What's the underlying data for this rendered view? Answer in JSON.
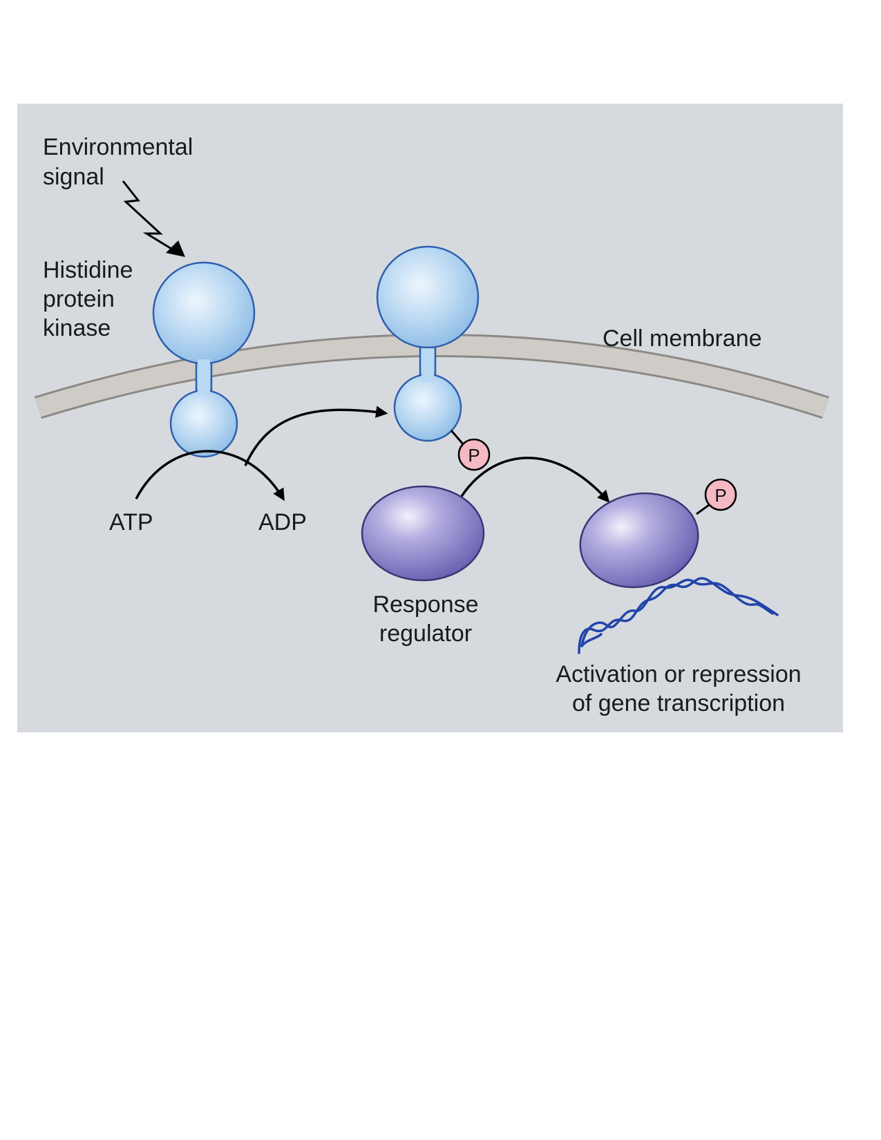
{
  "colors": {
    "panel_background": "#d6dadf",
    "page_background": "#ffffff",
    "kinase_fill": "#a9cfee",
    "kinase_stroke": "#2f5fae",
    "regulator_fill": "#7e78c2",
    "regulator_stroke": "#3b3675",
    "phosphate_fill": "#f4b9c2",
    "dna": "#2244aa",
    "membrane": "#c2bfbb",
    "arrow": "#000000"
  },
  "labels": {
    "environmental_signal": [
      "Environmental",
      "signal"
    ],
    "histidine_protein_kinase": [
      "Histidine",
      "protein",
      "kinase"
    ],
    "cell_membrane": "Cell membrane",
    "atp": "ATP",
    "adp": "ADP",
    "response_regulator": [
      "Response",
      "regulator"
    ],
    "gene_transcription": [
      "Activation or repression",
      "of gene transcription"
    ],
    "phosphate": "P"
  }
}
